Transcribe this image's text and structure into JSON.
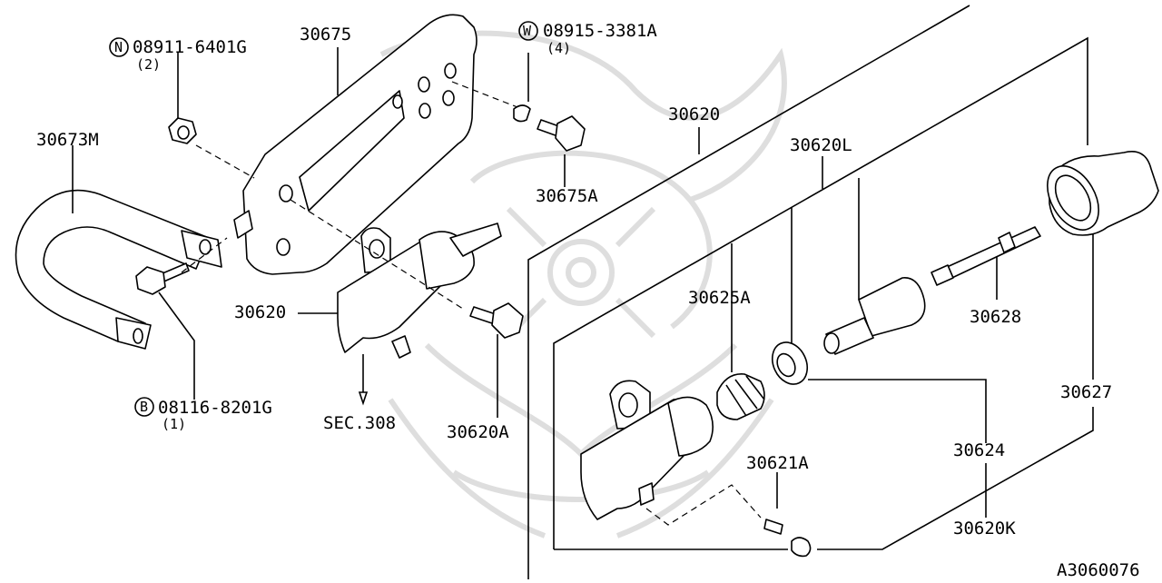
{
  "labels": {
    "bracket": "30675",
    "nut_no": "08911-6401G",
    "nut_qty": "(2)",
    "nut_prefix": "N",
    "washer_no": "08915-3381A",
    "washer_qty": "(4)",
    "washer_prefix": "W",
    "pipe": "30673M",
    "bolt_upper": "30675A",
    "cylinder_assy_main": "30620",
    "cylinder_assy_detail": "30620",
    "kit": "30620L",
    "boot": "30627",
    "push_rod": "30628",
    "dust_cover": "30625A",
    "piston_cup": "30624",
    "repair_kit": "30620K",
    "bleeder": "30621A",
    "bolt_cyl": "30620A",
    "bolt_b_no": "08116-8201G",
    "bolt_b_qty": "(1)",
    "bolt_b_prefix": "B",
    "sec_ref": "SEC.308",
    "diagram_id": "A3060076"
  }
}
